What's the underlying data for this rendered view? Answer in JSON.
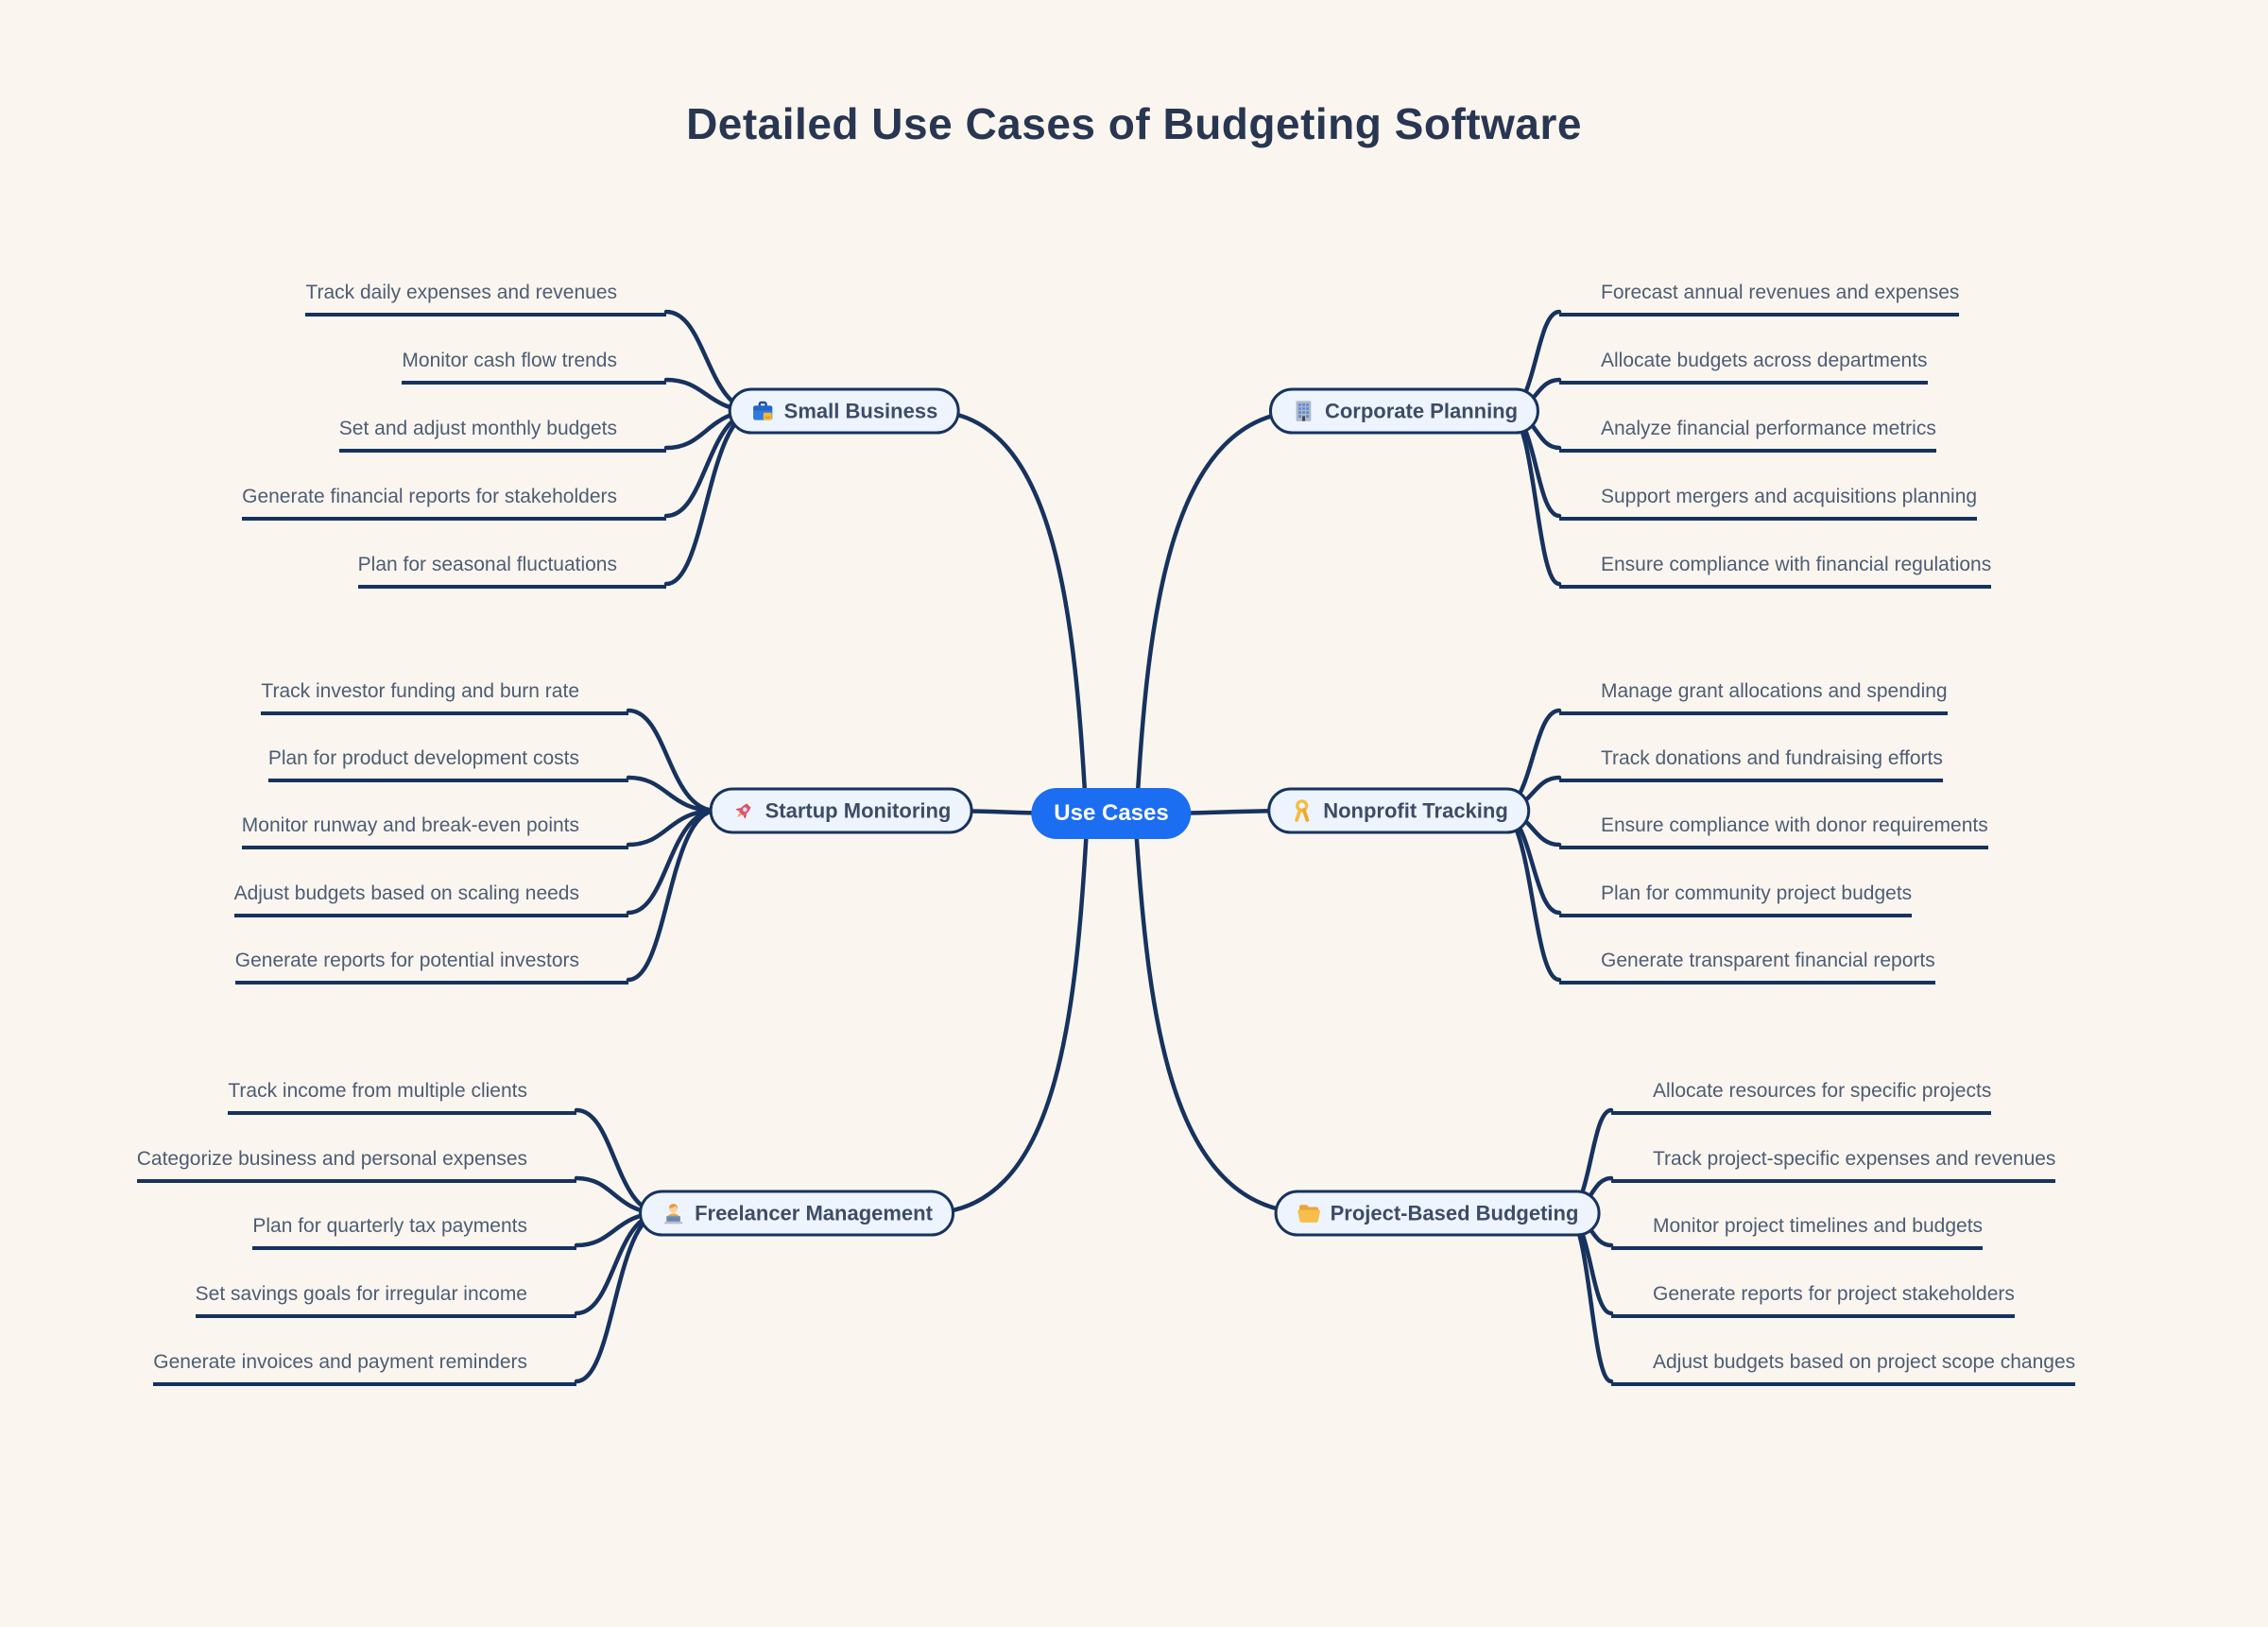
{
  "title": "Detailed Use Cases of Budgeting Software",
  "root": {
    "label": "Use Cases"
  },
  "branches": [
    {
      "label": "Small Business",
      "icon": "briefcase-icon",
      "side": "left",
      "leaves": [
        "Track daily expenses and revenues",
        "Monitor cash flow trends",
        "Set and adjust monthly budgets",
        "Generate financial reports for stakeholders",
        "Plan for seasonal fluctuations"
      ]
    },
    {
      "label": "Startup Monitoring",
      "icon": "rocket-icon",
      "side": "left",
      "leaves": [
        "Track investor funding and burn rate",
        "Plan for product development costs",
        "Monitor runway and break-even points",
        "Adjust budgets based on scaling needs",
        "Generate reports for potential investors"
      ]
    },
    {
      "label": "Freelancer Management",
      "icon": "technologist-icon",
      "side": "left",
      "leaves": [
        "Track income from multiple clients",
        "Categorize business and personal expenses",
        "Plan for quarterly tax payments",
        "Set savings goals for irregular income",
        "Generate invoices and payment reminders"
      ]
    },
    {
      "label": "Corporate Planning",
      "icon": "office-building-icon",
      "side": "right",
      "leaves": [
        "Forecast annual revenues and expenses",
        "Allocate budgets across departments",
        "Analyze financial performance metrics",
        "Support mergers and acquisitions planning",
        "Ensure compliance with financial regulations"
      ]
    },
    {
      "label": "Nonprofit Tracking",
      "icon": "ribbon-icon",
      "side": "right",
      "leaves": [
        "Manage grant allocations and spending",
        "Track donations and fundraising efforts",
        "Ensure compliance with donor requirements",
        "Plan for community project budgets",
        "Generate transparent financial reports"
      ]
    },
    {
      "label": "Project-Based Budgeting",
      "icon": "open-folder-icon",
      "side": "right",
      "leaves": [
        "Allocate resources for specific projects",
        "Track project-specific expenses and revenues",
        "Monitor project timelines and budgets",
        "Generate reports for project stakeholders",
        "Adjust budgets based on project scope changes"
      ]
    }
  ],
  "colors": {
    "background": "#faf6ef",
    "root_fill": "#1b6df2",
    "root_text": "#ffffff",
    "node_fill": "#eef4fd",
    "node_border": "#16335f",
    "node_text": "#3c4c66",
    "leaf_text": "#4e5c74",
    "link": "#17325e",
    "title_text": "#283651"
  }
}
